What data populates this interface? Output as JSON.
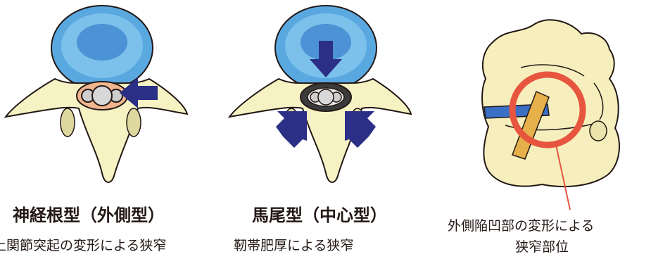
{
  "panels": [
    {
      "title": "神経根型（外側型）",
      "caption": "上関節突起の変形による狭窄"
    },
    {
      "title": "馬尾型（中心型）",
      "caption": "靭帯肥厚による狭窄"
    },
    {
      "caption_line1": "外側陥凹部の変形による",
      "caption_line2": "狭窄部位"
    }
  ],
  "colors": {
    "arrow": "#2b2f85",
    "disc": "#5aa8e0",
    "bone": "#f6f2c4",
    "highlight": "#e8553f",
    "nerve": "#e6b04a"
  }
}
